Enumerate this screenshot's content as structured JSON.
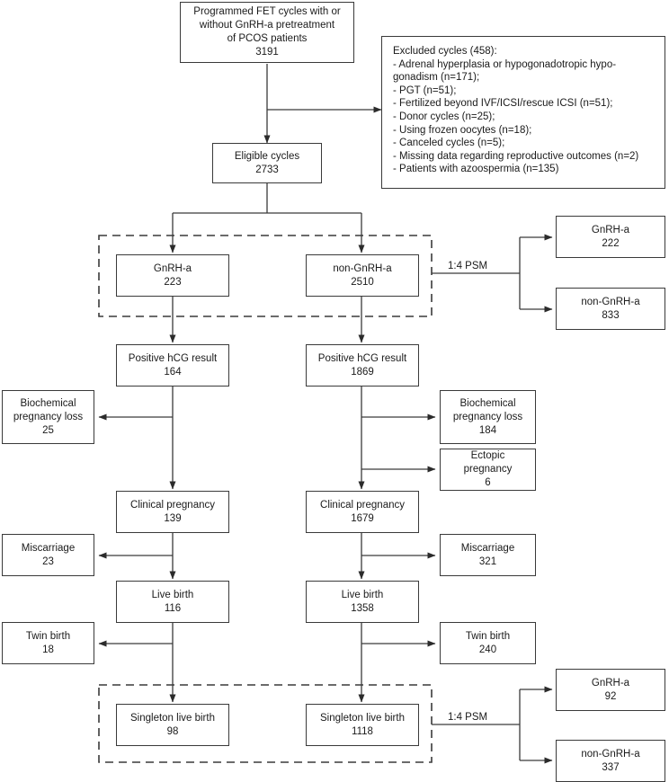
{
  "diagram": {
    "title": "Programmed FET cycles with or without GnRH-a pretreatment of PCOS patients flow diagram",
    "nodes": {
      "enrolled": {
        "label_line1": "Programmed FET cycles with or",
        "label_line2": "without GnRH-a pretreatment",
        "label_line3": "of PCOS patients",
        "value": "3191"
      },
      "eligible": {
        "label": "Eligible cycles",
        "value": "2733"
      },
      "gnrha": {
        "label": "GnRH-a",
        "value": "223"
      },
      "non_gnrha": {
        "label": "non-GnRH-a",
        "value": "2510"
      },
      "psm_gnrha": {
        "label": "GnRH-a",
        "value": "222"
      },
      "psm_non_gnrha": {
        "label": "non-GnRH-a",
        "value": "833"
      },
      "hcg_left": {
        "label": "Positive hCG result",
        "value": "164"
      },
      "hcg_right": {
        "label": "Positive hCG result",
        "value": "1869"
      },
      "bio_loss_left": {
        "label_line1": "Biochemical",
        "label_line2": "pregnancy loss",
        "value": "25"
      },
      "bio_loss_right": {
        "label_line1": "Biochemical",
        "label_line2": "pregnancy loss",
        "value": "184"
      },
      "ectopic_right": {
        "label_line1": "Ectopic",
        "label_line2": "pregnancy",
        "value": "6"
      },
      "clinical_left": {
        "label": "Clinical pregnancy",
        "value": "139"
      },
      "clinical_right": {
        "label": "Clinical pregnancy",
        "value": "1679"
      },
      "misc_left": {
        "label": "Miscarriage",
        "value": "23"
      },
      "misc_right": {
        "label": "Miscarriage",
        "value": "321"
      },
      "live_left": {
        "label": "Live birth",
        "value": "116"
      },
      "live_right": {
        "label": "Live birth",
        "value": "1358"
      },
      "twin_left": {
        "label": "Twin birth",
        "value": "18"
      },
      "twin_right": {
        "label": "Twin birth",
        "value": "240"
      },
      "singleton_left": {
        "label": "Singleton live birth",
        "value": "98"
      },
      "singleton_right": {
        "label": "Singleton live birth",
        "value": "1118"
      },
      "psm2_gnrha": {
        "label": "GnRH-a",
        "value": "92"
      },
      "psm2_non_gnrha": {
        "label": "non-GnRH-a",
        "value": "337"
      }
    },
    "excluded": {
      "heading": "Excluded cycles (458):",
      "items": [
        "- Adrenal hyperplasia or hypogonadotropic hypo-gonadism (n=171);",
        "- PGT (n=51);",
        "- Fertilized beyond IVF/ICSI/rescue ICSI (n=51);",
        "- Donor cycles (n=25);",
        "- Using frozen oocytes (n=18);",
        "- Canceled cycles (n=5);",
        "- Missing data regarding reproductive outcomes (n=2)",
        "- Patients with azoospermia (n=135)"
      ]
    },
    "labels": {
      "psm_top": "1:4 PSM",
      "psm_bottom": "1:4 PSM"
    },
    "colors": {
      "stroke": "#3a3a3a",
      "text": "#1a1a1a",
      "background": "#ffffff"
    }
  }
}
